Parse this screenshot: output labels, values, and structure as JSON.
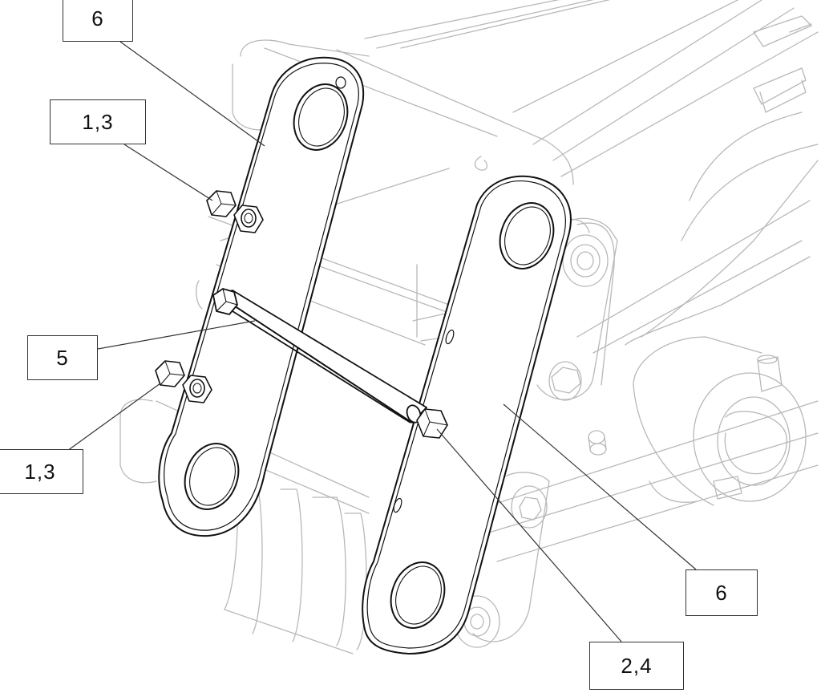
{
  "diagram": {
    "callouts": [
      {
        "id": "c1",
        "label": "6"
      },
      {
        "id": "c2",
        "label": "1,3"
      },
      {
        "id": "c3",
        "label": "5"
      },
      {
        "id": "c4",
        "label": "1,3"
      },
      {
        "id": "c5",
        "label": "6"
      },
      {
        "id": "c6",
        "label": "2,4"
      }
    ]
  },
  "colors": {
    "background": "#ffffff",
    "primary_line": "#111111",
    "background_line": "#b5b5b5",
    "leader_line": "#333333"
  }
}
